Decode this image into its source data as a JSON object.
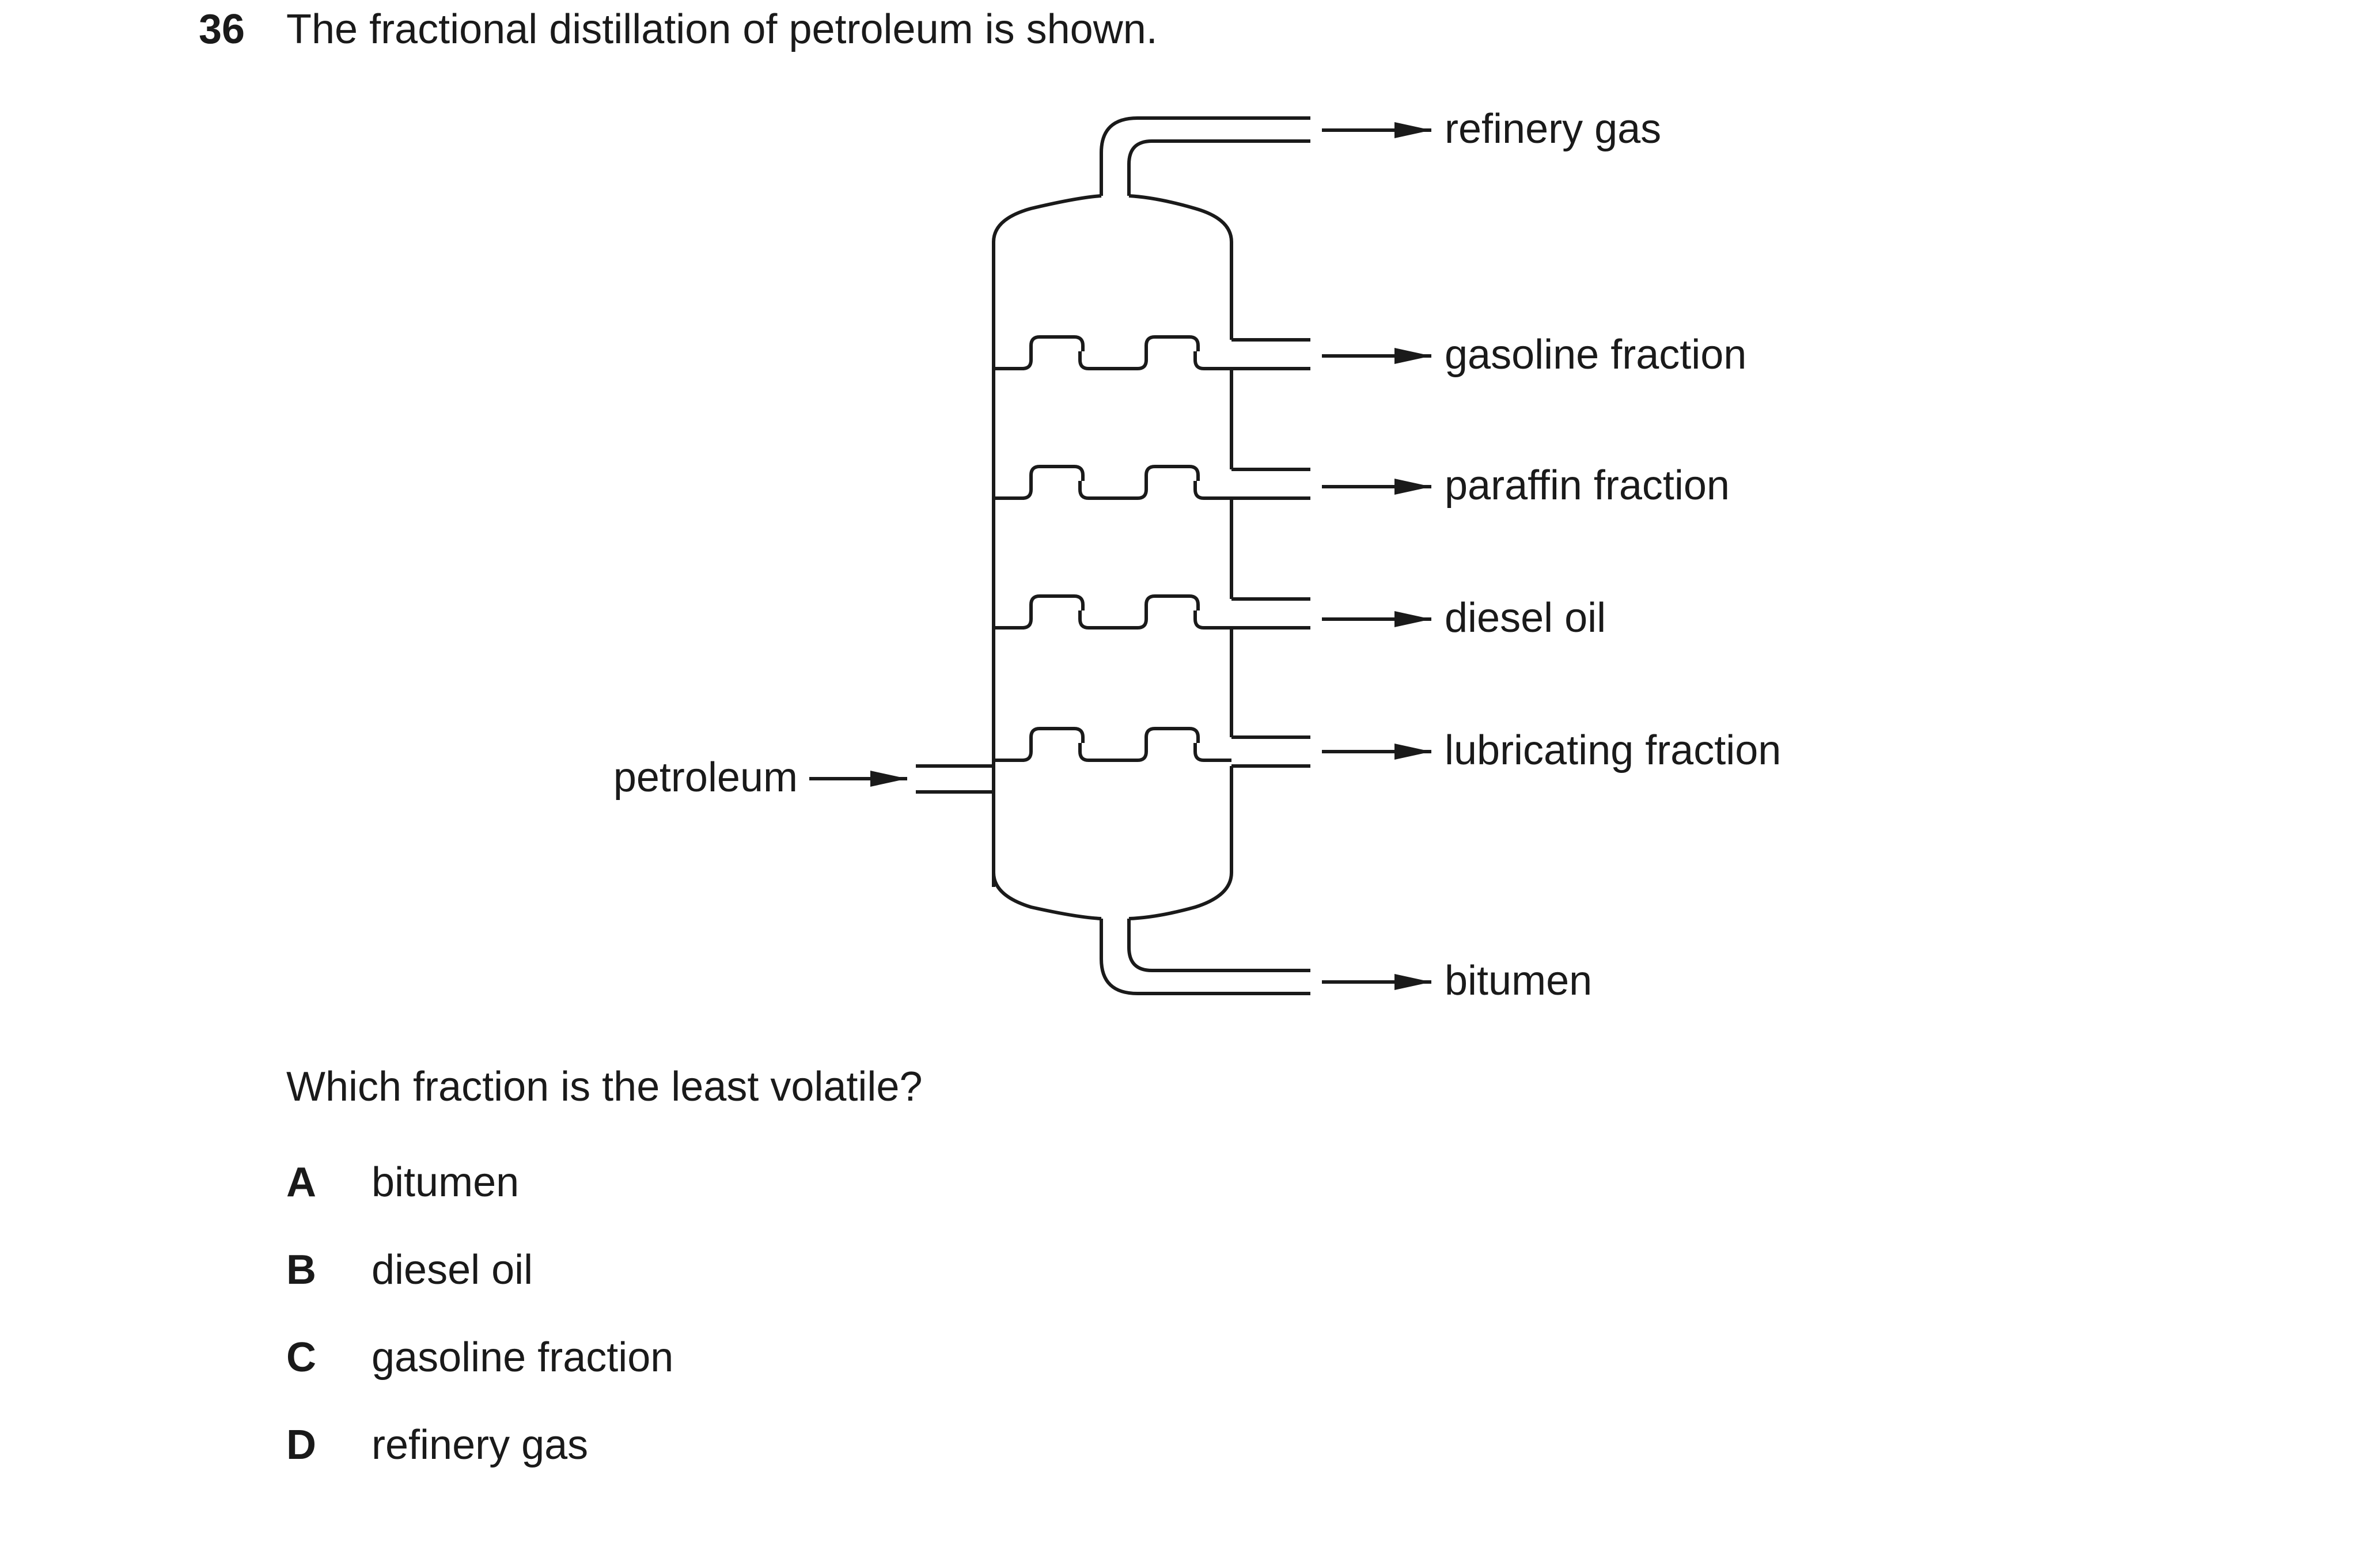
{
  "question": {
    "number": "36",
    "text": "The fractional distillation of petroleum is shown.",
    "prompt": "Which fraction is the least volatile?"
  },
  "diagram": {
    "input_label": "petroleum",
    "outputs": [
      "refinery gas",
      "gasoline fraction",
      "paraffin fraction",
      "diesel oil",
      "lubricating fraction",
      "bitumen"
    ]
  },
  "options": [
    {
      "letter": "A",
      "text": "bitumen"
    },
    {
      "letter": "B",
      "text": "diesel oil"
    },
    {
      "letter": "C",
      "text": "gasoline fraction"
    },
    {
      "letter": "D",
      "text": "refinery gas"
    }
  ]
}
